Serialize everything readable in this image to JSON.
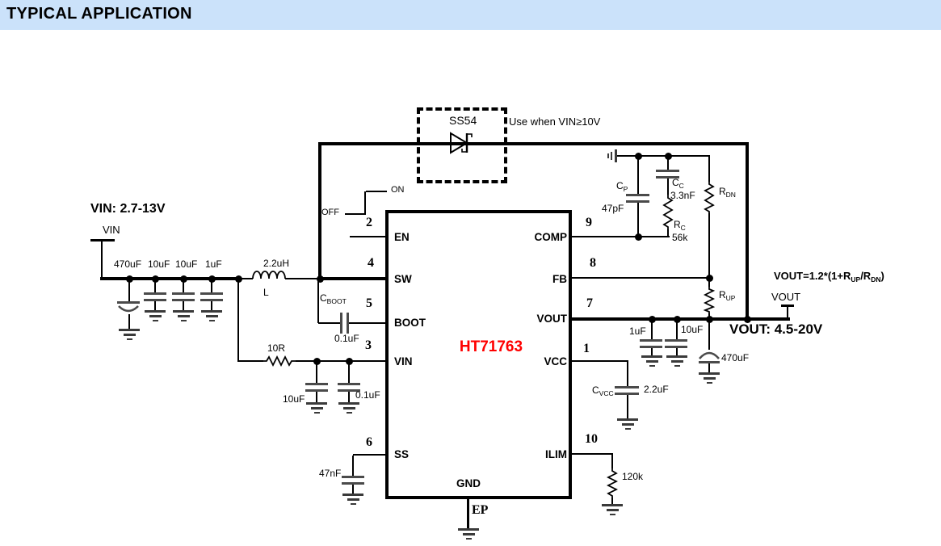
{
  "header": {
    "title": "TYPICAL APPLICATION"
  },
  "colors": {
    "banner": "#cbe2fa",
    "ic_name": "#ff0000"
  },
  "input": {
    "range_label": "VIN: 2.7-13V",
    "terminal": "VIN",
    "caps": [
      "470uF",
      "10uF",
      "10uF",
      "1uF"
    ],
    "filter_res": "10R",
    "vin_caps": [
      "10uF",
      "0.1uF"
    ]
  },
  "inductor": {
    "value": "2.2uH",
    "ref": "L"
  },
  "boot_cap": {
    "ref_main": "C",
    "ref_sub": "BOOT",
    "value": "0.1uF"
  },
  "diode": {
    "part": "SS54",
    "note": "Use when VIN≥10V"
  },
  "switch": {
    "on": "ON",
    "off": "OFF"
  },
  "ic": {
    "name": "HT71763",
    "left_pins": [
      {
        "num": "2",
        "name": "EN"
      },
      {
        "num": "4",
        "name": "SW"
      },
      {
        "num": "5",
        "name": "BOOT"
      },
      {
        "num": "3",
        "name": "VIN"
      },
      {
        "num": "6",
        "name": "SS"
      }
    ],
    "right_pins": [
      {
        "num": "9",
        "name": "COMP"
      },
      {
        "num": "8",
        "name": "FB"
      },
      {
        "num": "7",
        "name": "VOUT"
      },
      {
        "num": "1",
        "name": "VCC"
      },
      {
        "num": "10",
        "name": "ILIM"
      }
    ],
    "gnd": "GND",
    "ep": "EP"
  },
  "ss_cap": "47nF",
  "ilim_res": "120k",
  "vcc_cap": {
    "ref_main": "C",
    "ref_sub": "VCC",
    "value": "2.2uF"
  },
  "comp": {
    "cp": {
      "main": "C",
      "sub": "P",
      "value": "47pF"
    },
    "cc": {
      "main": "C",
      "sub": "C",
      "value": "3.3nF"
    },
    "rc": {
      "main": "R",
      "sub": "C",
      "value": "56k"
    }
  },
  "divider": {
    "rdn": {
      "main": "R",
      "sub": "DN"
    },
    "rup": {
      "main": "R",
      "sub": "UP"
    }
  },
  "output": {
    "caps": [
      "1uF",
      "10uF",
      "470uF"
    ],
    "terminal": "VOUT",
    "range_label": "VOUT: 4.5-20V",
    "formula": {
      "p1": "VOUT=1.2*(1+R",
      "s1": "UP",
      "p2": "/R",
      "s2": "DN",
      "p3": ")"
    }
  }
}
